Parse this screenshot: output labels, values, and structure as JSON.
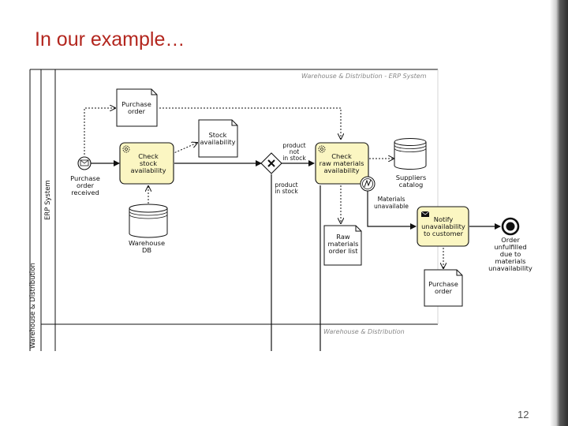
{
  "slide": {
    "title": "In our example…",
    "page_number": "12"
  },
  "diagram": {
    "pool_caption_top": "Warehouse & Distribution - ERP System",
    "pool_caption_bottom": "Warehouse & Distribution",
    "lane_outer": "Warehouse & Distribution",
    "lane_inner": "ERP System",
    "start_event": [
      "Purchase",
      "order",
      "received"
    ],
    "doc_purchase_order_top": [
      "Purchase",
      "order"
    ],
    "doc_stock_availability": [
      "Stock",
      "availability"
    ],
    "task_check_stock": [
      "Check",
      "stock",
      "availability"
    ],
    "db_warehouse": [
      "Warehouse",
      "DB"
    ],
    "gateway_label_top": [
      "product",
      "not",
      "in stock"
    ],
    "gateway_label_bottom": [
      "product",
      "in stock"
    ],
    "task_check_raw": [
      "Check",
      "raw materials",
      "availability"
    ],
    "db_suppliers": [
      "Suppliers",
      "catalog"
    ],
    "boundary_label": [
      "Materials",
      "unavailable"
    ],
    "doc_raw_materials": [
      "Raw",
      "materials",
      "order list"
    ],
    "task_notify": [
      "Notify",
      "unavailability",
      "to customer"
    ],
    "doc_purchase_order_bottom": [
      "Purchase",
      "order"
    ],
    "end_event": [
      "Order",
      "unfulfilled",
      "due to",
      "materials",
      "unavailability"
    ]
  },
  "colors": {
    "title": "#b3261e",
    "task_fill": "#fbf6c2",
    "line": "#111111"
  }
}
